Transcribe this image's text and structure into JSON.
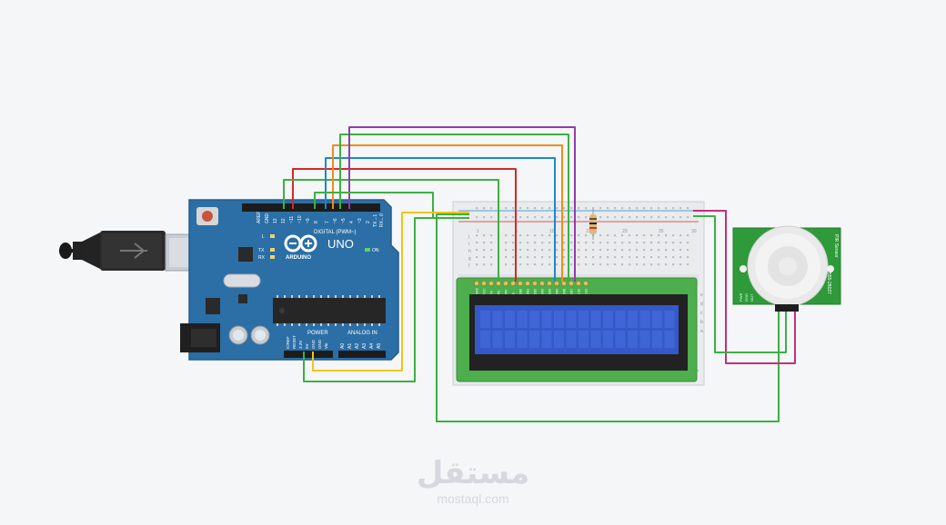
{
  "arduino": {
    "brand": "ARDUINO",
    "model": "UNO",
    "digital_header": "DIGITAL (PWM~)",
    "power_header": "POWER",
    "analog_header": "ANALOG IN",
    "on_label": "ON",
    "led_labels": [
      "L",
      "TX",
      "RX"
    ],
    "digital_pins": [
      "AREF",
      "GND",
      "13",
      "12",
      "~11",
      "~10",
      "~9",
      "8",
      "7",
      "~6",
      "~5",
      "4",
      "~3",
      "2",
      "TX→1",
      "RX←0"
    ],
    "power_pins": [
      "IOREF",
      "RESET",
      "3.3V",
      "5V",
      "GND",
      "GND",
      "Vin"
    ],
    "analog_pins": [
      "A0",
      "A1",
      "A2",
      "A3",
      "A4",
      "A5"
    ]
  },
  "breadboard": {
    "rows_left": [
      "j",
      "i",
      "h",
      "g",
      "f"
    ],
    "rows_right": [
      "e",
      "d",
      "c",
      "b",
      "a"
    ],
    "column_numbers": [
      "1",
      "5",
      "10",
      "15",
      "20",
      "25",
      "30"
    ]
  },
  "lcd": {
    "pins": [
      "GND",
      "VCC",
      "V0",
      "RS",
      "RW",
      "E",
      "DB0",
      "DB1",
      "DB2",
      "DB3",
      "DB4",
      "DB5",
      "DB6",
      "DB7",
      "LED",
      "LED"
    ]
  },
  "pir": {
    "label": "PIR Sensor",
    "part": "555-28027",
    "pins": [
      "PWR",
      "GND",
      "OUT"
    ]
  },
  "colors": {
    "board": "#2b6fa6",
    "wire_red": "#d62828",
    "wire_green": "#3cb043",
    "wire_blue": "#1e88c7",
    "wire_orange": "#f08c1a",
    "wire_purple": "#8e3fa8",
    "wire_yellow": "#f2c417",
    "wire_pink": "#c2307a",
    "lcd_screen": "#3559c9",
    "pir_board": "#2e9a3a"
  },
  "watermark": {
    "arabic": "مستقل",
    "latin": "mostaql.com"
  }
}
